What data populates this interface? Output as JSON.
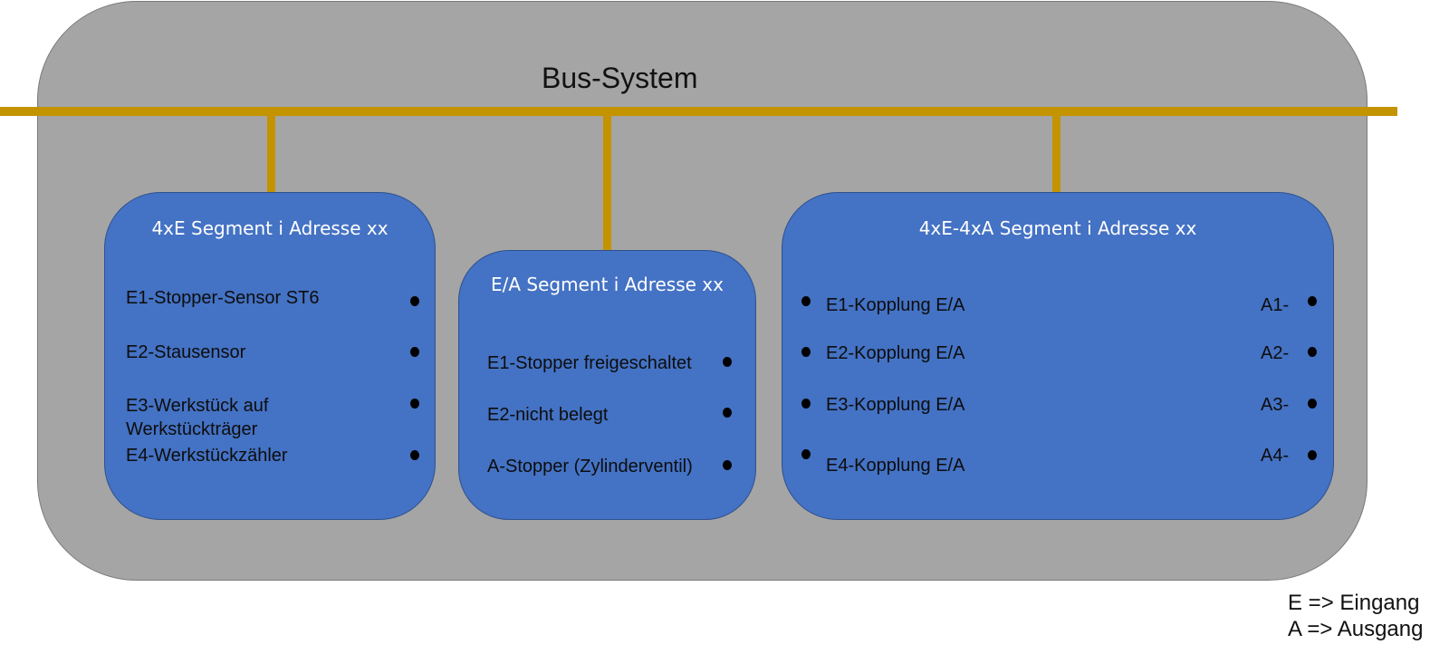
{
  "bus": {
    "title": "Bus-System",
    "color": "#c49300"
  },
  "colors": {
    "system_bg": "#a5a5a5",
    "segment_bg": "#4472c4",
    "segment_border": "#2f528f"
  },
  "segments": [
    {
      "title": "4xE Segment i Adresse xx",
      "items": [
        "E1-Stopper-Sensor ST6",
        "E2-Stausensor",
        "E3-Werkstück auf",
        "Werkstückträger",
        "E4-Werkstückzähler"
      ]
    },
    {
      "title": "E/A Segment i Adresse xx",
      "items": [
        "E1-Stopper freigeschaltet",
        "E2-nicht belegt",
        "A-Stopper (Zylinderventil)"
      ]
    },
    {
      "title": "4xE-4xA Segment i Adresse xx",
      "inputs": [
        "E1-Kopplung E/A",
        "E2-Kopplung E/A",
        "E3-Kopplung E/A",
        "E4-Kopplung  E/A"
      ],
      "outputs": [
        "A1-",
        "A2-",
        "A3-",
        "A4-"
      ]
    }
  ],
  "legend": [
    "E => Eingang",
    "A => Ausgang"
  ]
}
